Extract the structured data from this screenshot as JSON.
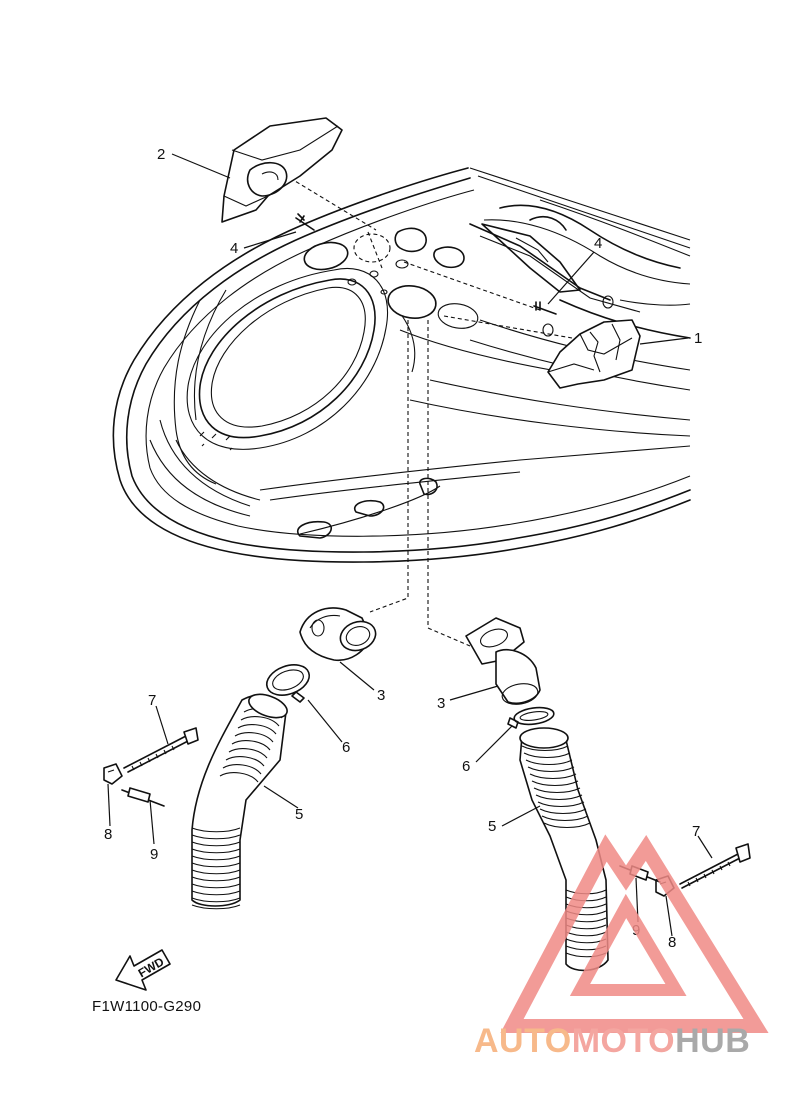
{
  "diagram_code": "F1W1100-G290",
  "fwd_label": "FWD",
  "callouts": {
    "c1": "1",
    "c2": "2",
    "c3a": "3",
    "c3b": "3",
    "c4a": "4",
    "c4b": "4",
    "c5a": "5",
    "c5b": "5",
    "c6a": "6",
    "c6b": "6",
    "c7a": "7",
    "c7b": "7",
    "c8a": "8",
    "c8b": "8",
    "c9a": "9",
    "c9b": "9"
  },
  "watermark": {
    "part1": "AUTO",
    "part2": "MOTO",
    "part3": "HUB",
    "colors": {
      "auto": "#f7b98a",
      "moto": "#f4a6a0",
      "hub": "#a9a9a9",
      "triangle": "#f08a86"
    }
  }
}
